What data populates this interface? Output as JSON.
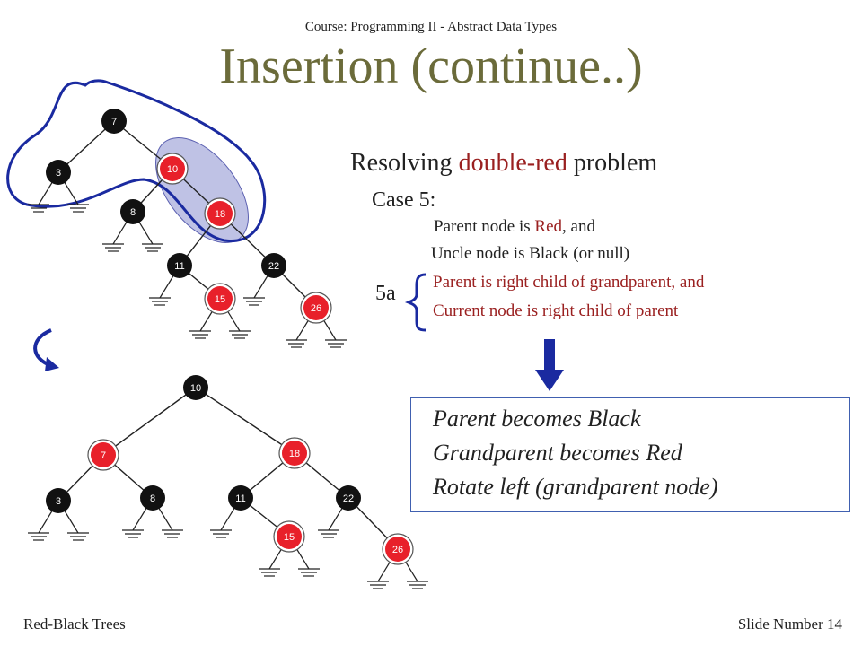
{
  "header": {
    "course": "Course: Programming  II - Abstract Data Types",
    "title": "Insertion (continue..)"
  },
  "description": {
    "heading_prefix": "Resolving ",
    "heading_red": "double-red",
    "heading_suffix": " problem",
    "case_label": "Case  5:",
    "condition1_prefix": "Parent node is ",
    "condition1_red": "Red",
    "condition1_suffix": ", and",
    "condition2": "Uncle node is Black (or null)",
    "subcase_label": "5a",
    "subcase_line1": "Parent is right child of grandparent, and",
    "subcase_line2": "Current node is right child of parent"
  },
  "result": {
    "line1": "Parent becomes Black",
    "line2": "Grandparent becomes Red",
    "line3": "Rotate left (grandparent node)"
  },
  "trees": {
    "before": [
      {
        "key": "7",
        "color": "black"
      },
      {
        "key": "3",
        "color": "black"
      },
      {
        "key": "10",
        "color": "red"
      },
      {
        "key": "8",
        "color": "black"
      },
      {
        "key": "18",
        "color": "red"
      },
      {
        "key": "11",
        "color": "black"
      },
      {
        "key": "22",
        "color": "black"
      },
      {
        "key": "15",
        "color": "red"
      },
      {
        "key": "26",
        "color": "red"
      }
    ],
    "after": [
      {
        "key": "10",
        "color": "black"
      },
      {
        "key": "7",
        "color": "red"
      },
      {
        "key": "18",
        "color": "red"
      },
      {
        "key": "3",
        "color": "black"
      },
      {
        "key": "8",
        "color": "black"
      },
      {
        "key": "11",
        "color": "black"
      },
      {
        "key": "22",
        "color": "black"
      },
      {
        "key": "15",
        "color": "red"
      },
      {
        "key": "26",
        "color": "red"
      }
    ]
  },
  "colors": {
    "node_red": "#e8202a",
    "node_black": "#111111",
    "highlight": "#8a8fd0",
    "outline": "#1a2aa0",
    "arrow": "#1a2aa0"
  },
  "footer": {
    "left": "Red-Black Trees",
    "right": "Slide Number 14"
  }
}
